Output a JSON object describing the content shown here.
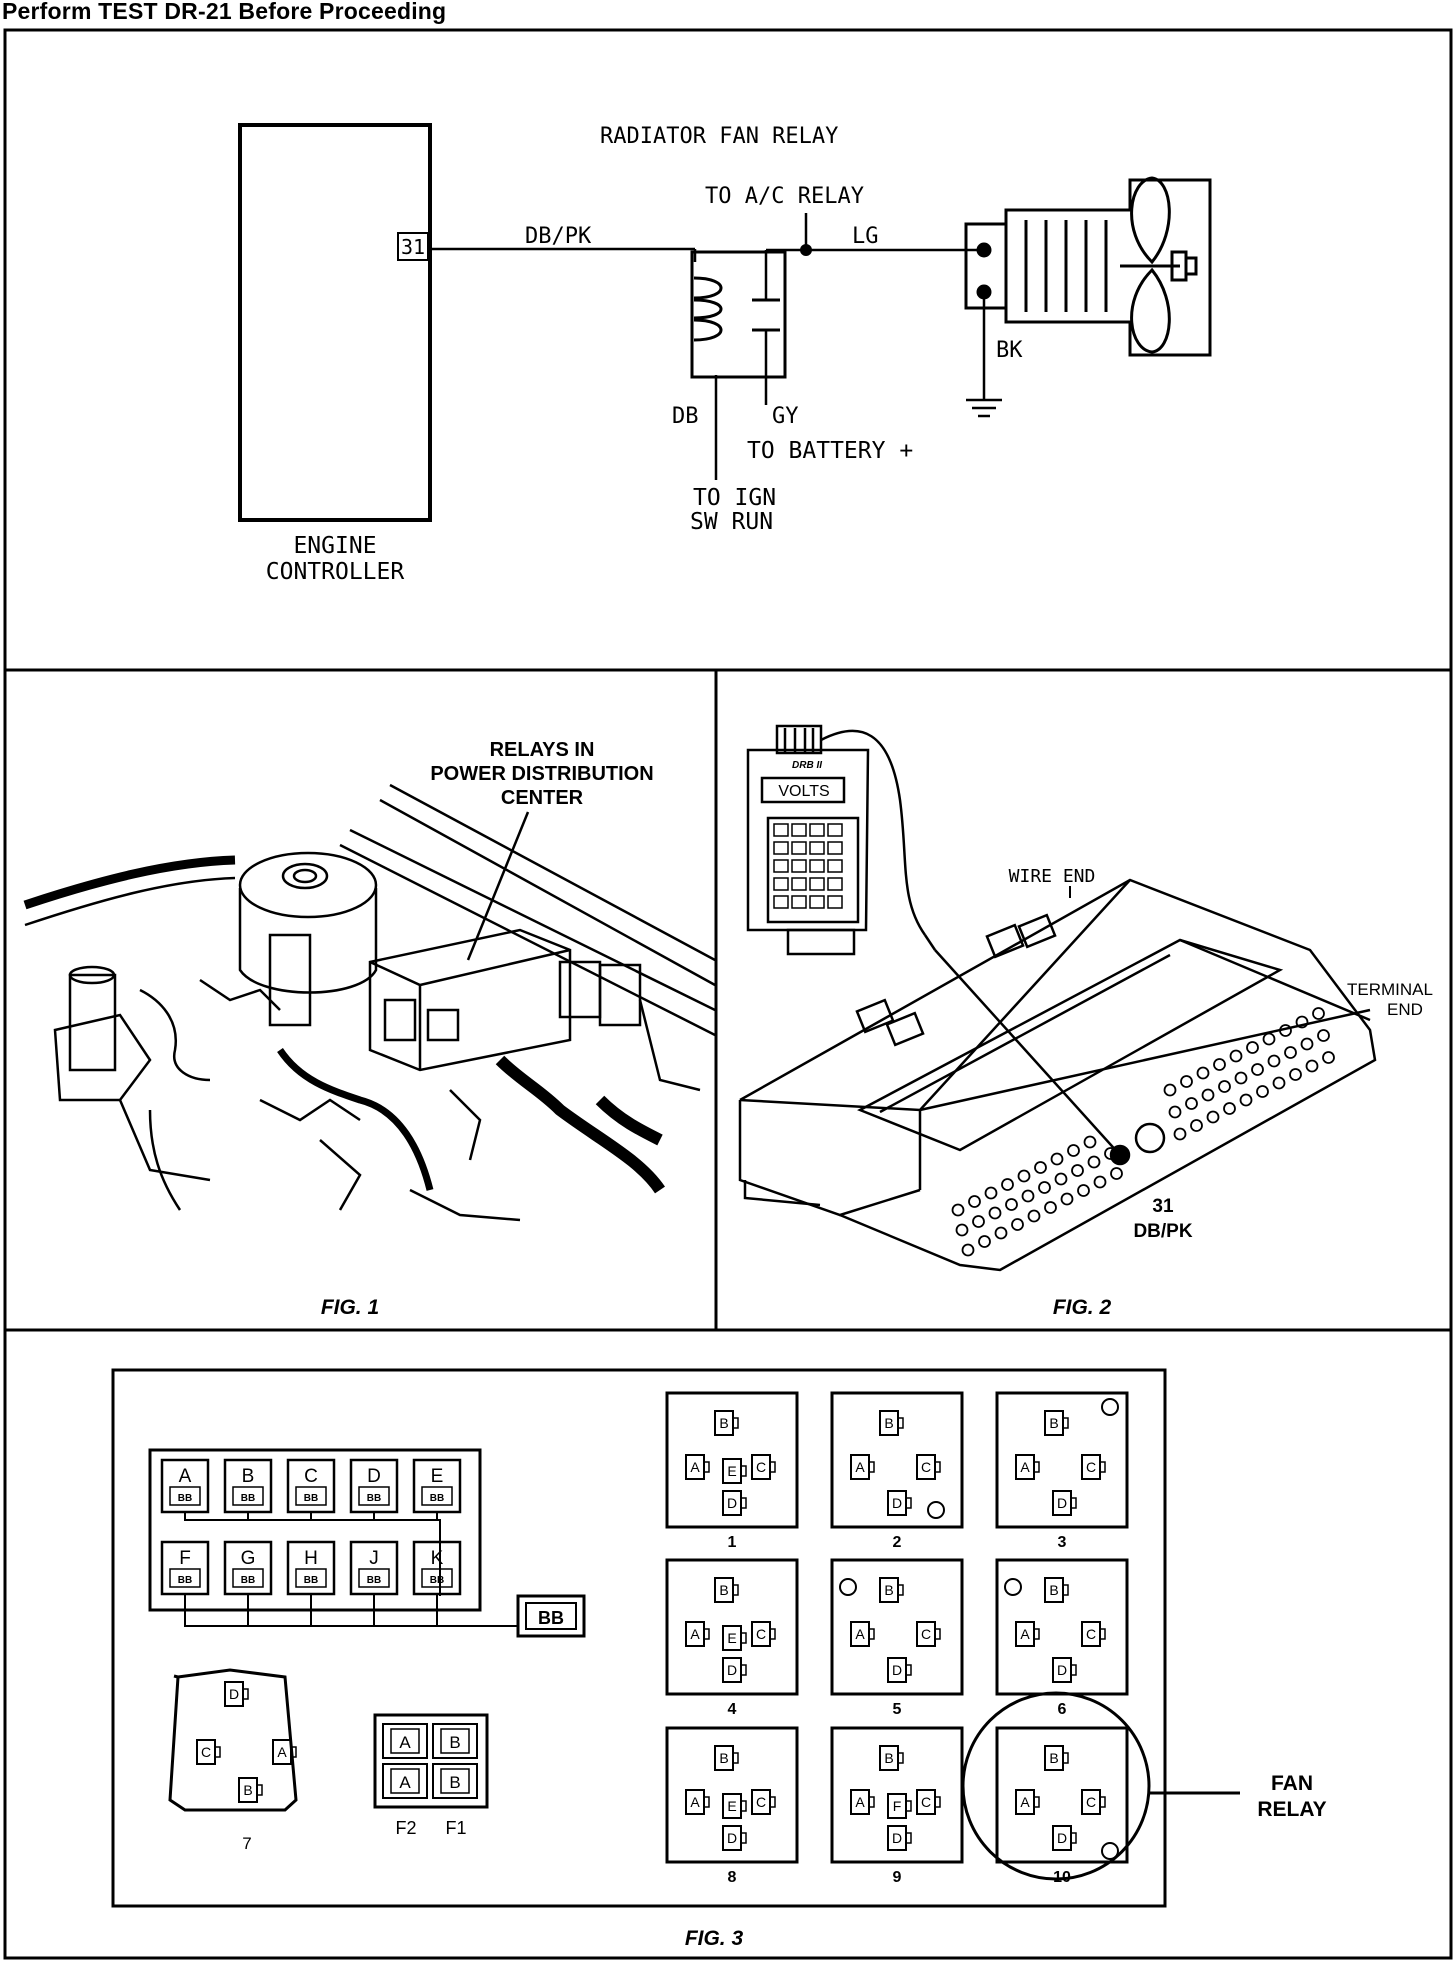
{
  "page_title": "Perform TEST DR-21 Before Proceeding",
  "schematic": {
    "title": "RADIATOR FAN RELAY",
    "pin_number": "31",
    "wire_db_pk": "DB/PK",
    "to_ac_relay": "TO A/C RELAY",
    "wire_lg": "LG",
    "wire_bk": "BK",
    "wire_db": "DB",
    "wire_gy": "GY",
    "to_battery": "TO BATTERY +",
    "to_ign_line1": "TO IGN",
    "to_ign_line2": "SW RUN",
    "controller_line1": "ENGINE",
    "controller_line2": "CONTROLLER"
  },
  "fig1": {
    "label_line1": "RELAYS IN",
    "label_line2": "POWER DISTRIBUTION",
    "label_line3": "CENTER",
    "caption": "FIG. 1"
  },
  "fig2": {
    "tester_brand": "DRB II",
    "tester_display": "VOLTS",
    "wire_end": "WIRE END",
    "terminal_end_line1": "TERMINAL",
    "terminal_end_line2": "END",
    "pin_line1": "31",
    "pin_line2": "DB/PK",
    "caption": "FIG. 2"
  },
  "fig3": {
    "fuse_top": [
      "A",
      "B",
      "C",
      "D",
      "E"
    ],
    "fuse_bottom": [
      "F",
      "G",
      "H",
      "J",
      "K"
    ],
    "fuse_sub": "BB",
    "bb_box": "BB",
    "conn7_pins": [
      "D",
      "C",
      "A",
      "B"
    ],
    "conn7_number": "7",
    "f_grid": [
      "A",
      "B",
      "A",
      "B"
    ],
    "f2": "F2",
    "f1": "F1",
    "relays": [
      {
        "number": "1",
        "pins": [
          "B",
          "A",
          "E",
          "C",
          "D"
        ]
      },
      {
        "number": "2",
        "pins": [
          "B",
          "A",
          "C",
          "D"
        ]
      },
      {
        "number": "3",
        "pins": [
          "B",
          "A",
          "C",
          "D"
        ]
      },
      {
        "number": "4",
        "pins": [
          "B",
          "A",
          "E",
          "C",
          "D"
        ]
      },
      {
        "number": "5",
        "pins": [
          "B",
          "A",
          "C",
          "D"
        ]
      },
      {
        "number": "6",
        "pins": [
          "B",
          "A",
          "C",
          "D"
        ]
      },
      {
        "number": "8",
        "pins": [
          "B",
          "A",
          "E",
          "C",
          "D"
        ]
      },
      {
        "number": "9",
        "pins": [
          "B",
          "A",
          "F",
          "C",
          "D"
        ]
      },
      {
        "number": "10",
        "pins": [
          "B",
          "A",
          "C",
          "D"
        ]
      }
    ],
    "fan_relay_line1": "FAN",
    "fan_relay_line2": "RELAY",
    "caption": "FIG. 3"
  }
}
